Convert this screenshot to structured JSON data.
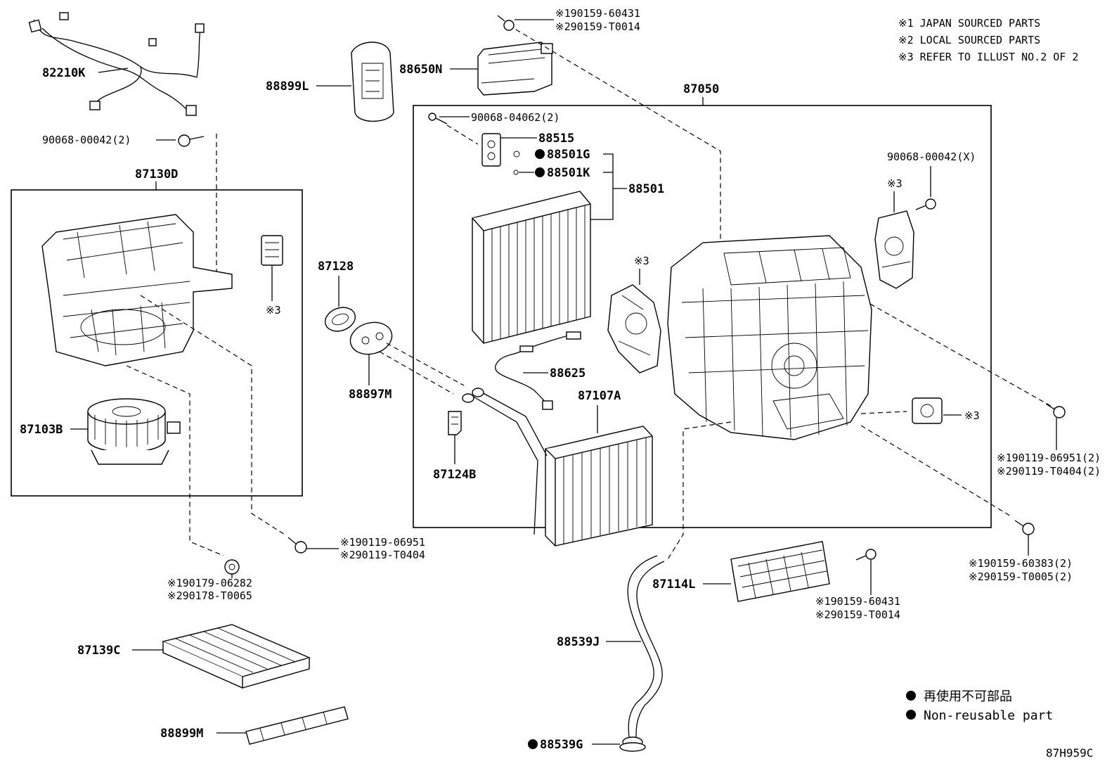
{
  "notes": {
    "n1": "※1 JAPAN SOURCED PARTS",
    "n2": "※2 LOCAL SOURCED PARTS",
    "n3": "※3 REFER TO ILLUST NO.2 OF 2"
  },
  "legend": {
    "ja": "再使用不可部品",
    "en": "Non-reusable part"
  },
  "figure_code": "87H959C",
  "ref3": "※3",
  "labels": {
    "p82210K": "82210K",
    "p90068_00042_2": "90068-00042(2)",
    "p87130D": "87130D",
    "p87103B": "87103B",
    "p87139C": "87139C",
    "p88899M": "88899M",
    "p88899L": "88899L",
    "p88650N": "88650N",
    "p87128": "87128",
    "p88897M": "88897M",
    "p87124B": "87124B",
    "p87050": "87050",
    "p90068_04062": "90068-04062(2)",
    "p88515": "88515",
    "p88501G": "88501G",
    "p88501K": "88501K",
    "p88501": "88501",
    "p88625": "88625",
    "p87107A": "87107A",
    "p90068_00042_X": "90068-00042(X)",
    "p87114L": "87114L",
    "p88539J": "88539J",
    "p88539G": "88539G"
  },
  "refs": {
    "top_a": "※190159-60431",
    "top_b": "※290159-T0014",
    "mid_a": "※190119-06951",
    "mid_b": "※290119-T0404",
    "left_a": "※190179-06282",
    "left_b": "※290178-T0065",
    "right1_a": "※190119-06951(2)",
    "right1_b": "※290119-T0404(2)",
    "right2_a": "※190159-60383(2)",
    "right2_b": "※290159-T0005(2)",
    "low_a": "※190159-60431",
    "low_b": "※290159-T0014"
  }
}
